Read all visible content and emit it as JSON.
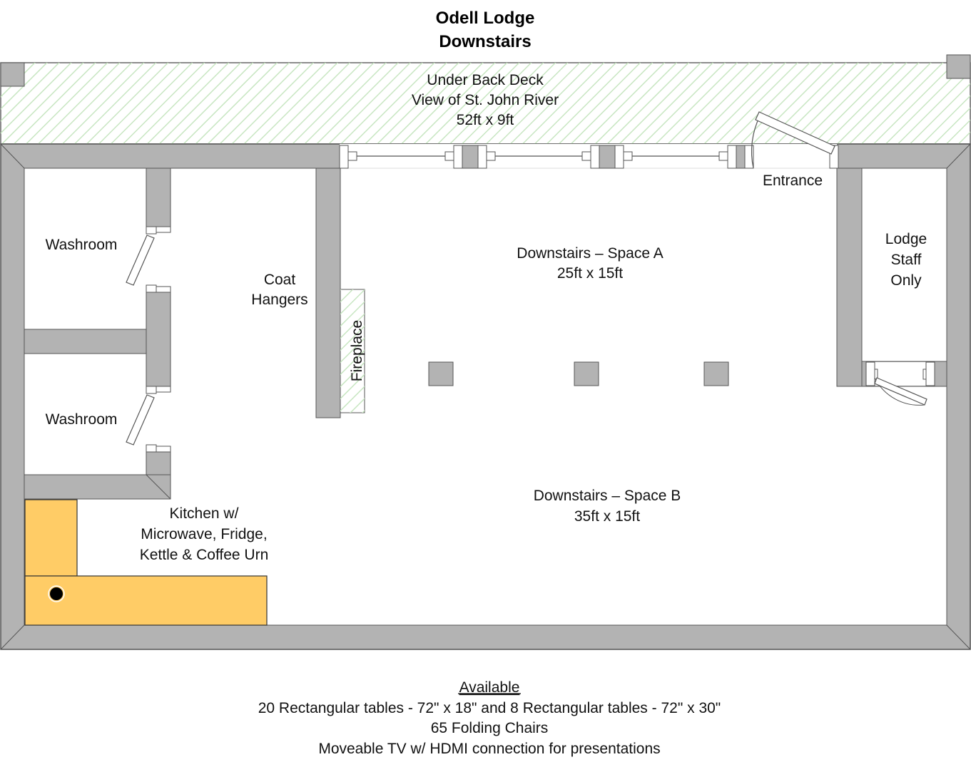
{
  "title": {
    "line1": "Odell Lodge",
    "line2": "Downstairs"
  },
  "deck": {
    "line1": "Under Back Deck",
    "line2": "View of St. John River",
    "line3": "52ft x 9ft"
  },
  "rooms": {
    "washroom_top": "Washroom",
    "washroom_bottom": "Washroom",
    "coat_line1": "Coat",
    "coat_line2": "Hangers",
    "fireplace": "Fireplace",
    "space_a_name": "Downstairs – Space A",
    "space_a_size": "25ft x 15ft",
    "space_b_name": "Downstairs – Space B",
    "space_b_size": "35ft x 15ft",
    "entrance": "Entrance",
    "staff_line1": "Lodge",
    "staff_line2": "Staff",
    "staff_line3": "Only",
    "kitchen_line1": "Kitchen w/",
    "kitchen_line2": "Microwave, Fridge,",
    "kitchen_line3": "Kettle & Coffee Urn"
  },
  "available": {
    "heading": "Available",
    "line1": "20 Rectangular tables - 72\" x 18\" and 8 Rectangular tables - 72\" x 30\"",
    "line2": "65 Folding Chairs",
    "line3": "Moveable TV w/ HDMI connection for presentations"
  },
  "colors": {
    "wall": "#b3b3b3",
    "wall_stroke": "#555555",
    "deck_hatch": "#c8e6c2",
    "counter": "#ffcc66"
  }
}
